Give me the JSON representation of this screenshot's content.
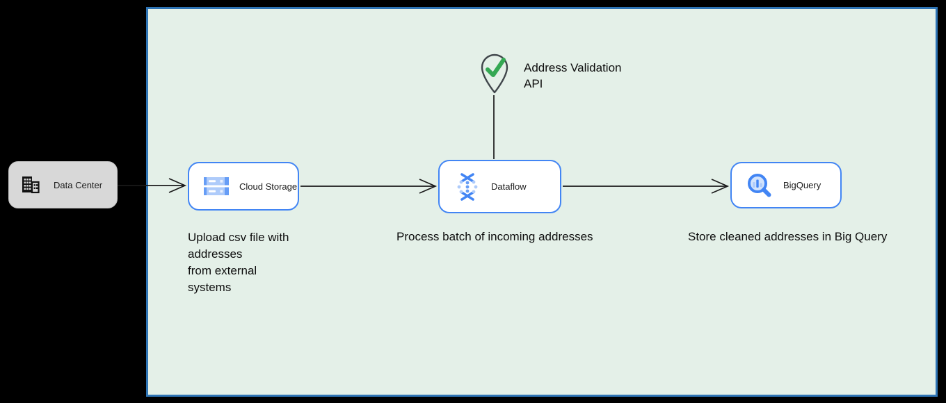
{
  "diagram": {
    "title": "Address validation pipeline diagram",
    "nodes": {
      "data_center": {
        "label": "Data Center",
        "icon": "building-icon"
      },
      "cloud_storage": {
        "label": "Cloud Storage",
        "icon": "cloud-storage-icon"
      },
      "dataflow": {
        "label": "Dataflow",
        "icon": "dataflow-icon"
      },
      "bigquery": {
        "label": "BigQuery",
        "icon": "bigquery-icon"
      }
    },
    "api_marker": {
      "label": "Address Validation\nAPI",
      "icon": "map-pin-check-icon"
    },
    "annotations": {
      "upload": "Upload csv file with\naddresses\nfrom external\nsystems",
      "process": "Process batch of incoming addresses",
      "store": "Store cleaned addresses in Big Query"
    },
    "connectors": [
      {
        "from": "data_center",
        "to": "cloud_storage",
        "style": "open-arrow"
      },
      {
        "from": "cloud_storage",
        "to": "dataflow",
        "style": "open-arrow"
      },
      {
        "from": "dataflow",
        "to": "bigquery",
        "style": "open-arrow"
      },
      {
        "from": "api_marker",
        "to": "dataflow",
        "style": "plain-line"
      }
    ],
    "colors": {
      "page_background": "#000000",
      "canvas_background": "#e4f0e8",
      "canvas_border": "#2e74b5",
      "node_border": "#4285f4",
      "node_background": "#ffffff",
      "data_center_background": "#d8d8d8",
      "icon_blue_dark": "#4285f4",
      "icon_blue_mid": "#669df6",
      "icon_blue_light": "#aecbfa",
      "check_green": "#34a853",
      "pin_outline": "#40464b",
      "connector_black": "#1a1a1a",
      "text_black": "#0d0d0d"
    }
  }
}
